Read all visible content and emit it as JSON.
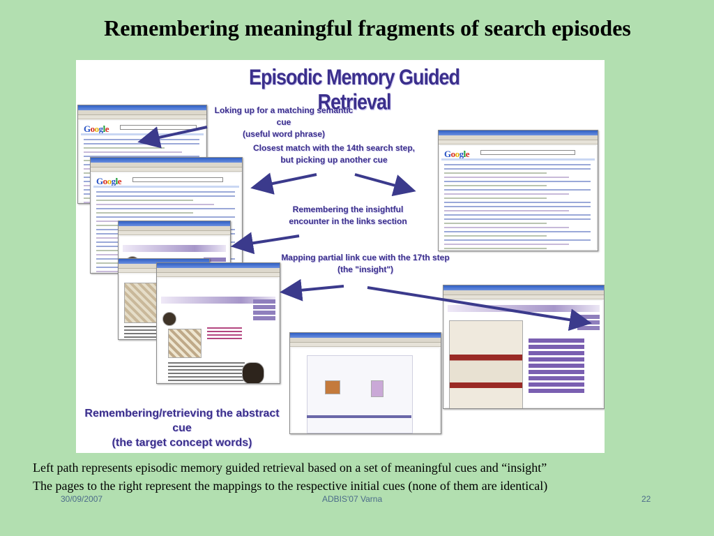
{
  "slide": {
    "title": "Remembering meaningful fragments of search episodes",
    "caption_lines": [
      "Left path represents episodic memory guided retrieval based on a set of meaningful cues and “insight”",
      "The pages to the right represent the mappings to the respective initial cues (none of them are identical)"
    ]
  },
  "figure": {
    "heading": "Episodic Memory Guided Retrieval",
    "cues": [
      [
        "Loking up for a matching semantic cue",
        "(useful word phrase)"
      ],
      [
        "Closest match with the 14th search step,",
        "but picking up another cue"
      ],
      [
        "Remembering the insightful",
        "encounter in the links section"
      ],
      [
        "Mapping partial link cue with the 17th step",
        "(the \"insight\")"
      ]
    ],
    "bottom_cue": [
      "Remembering/retrieving the abstract cue",
      "(the target concept words)"
    ],
    "arrow_color": "#3b3a8c",
    "screenshot_icons": [
      "google-results-screenshot",
      "japanese-site-screenshot",
      "art-village-screenshot"
    ]
  },
  "footer": {
    "date": "30/09/2007",
    "event": "ADBIS'07 Varna",
    "page": "22"
  },
  "colors": {
    "background": "#b2dfb0",
    "cue_text": "#3b2f8c",
    "footer_text": "#4c6b8a"
  }
}
